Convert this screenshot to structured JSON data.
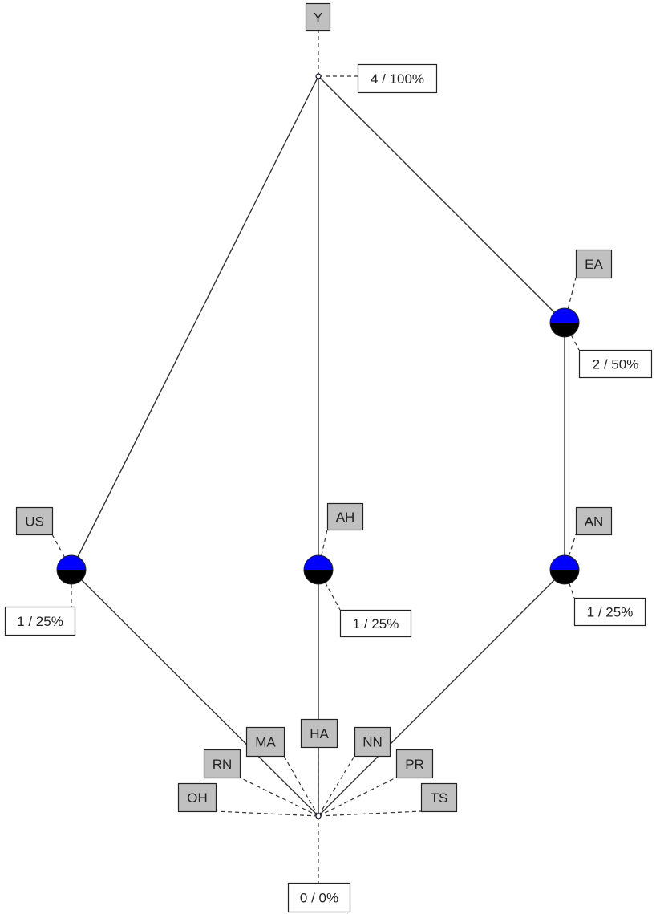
{
  "diagram": {
    "type": "concept-lattice",
    "colors": {
      "node_top": "#0000ff",
      "node_bottom": "#000000",
      "attr_box": "#c0c0c0",
      "obj_box": "#ffffff",
      "edge": "#333333"
    },
    "nodes": [
      {
        "id": "top",
        "attributes": [
          "Y"
        ],
        "extent": "4 / 100%",
        "shaded": false
      },
      {
        "id": "ea",
        "attributes": [
          "EA"
        ],
        "extent": "2 / 50%",
        "shaded": true
      },
      {
        "id": "us",
        "attributes": [
          "US"
        ],
        "extent": "1 / 25%",
        "shaded": true
      },
      {
        "id": "ah",
        "attributes": [
          "AH"
        ],
        "extent": "1 / 25%",
        "shaded": true
      },
      {
        "id": "an",
        "attributes": [
          "AN"
        ],
        "extent": "1 / 25%",
        "shaded": true
      },
      {
        "id": "bottom",
        "attributes": [
          "MA",
          "HA",
          "NN",
          "RN",
          "PR",
          "OH",
          "TS"
        ],
        "extent": "0 / 0%",
        "shaded": false
      }
    ],
    "edges": [
      [
        "top",
        "us"
      ],
      [
        "top",
        "ah"
      ],
      [
        "top",
        "ea"
      ],
      [
        "ea",
        "an"
      ],
      [
        "us",
        "bottom"
      ],
      [
        "ah",
        "bottom"
      ],
      [
        "an",
        "bottom"
      ]
    ]
  }
}
